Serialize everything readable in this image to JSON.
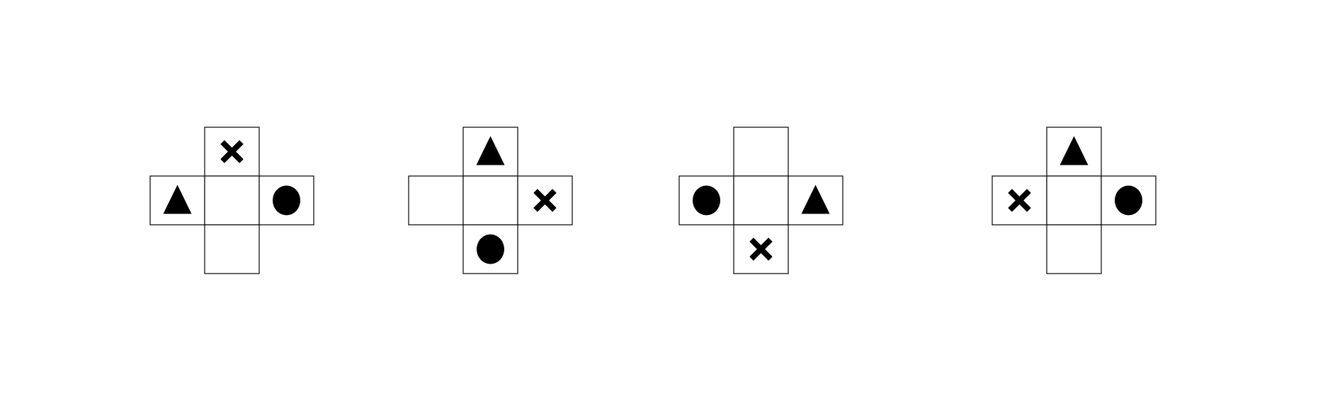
{
  "colors": {
    "background": "#ffffff",
    "stroke": "#000000",
    "symbol": "#000000"
  },
  "figures": [
    {
      "id": "net-1",
      "cells": [
        {
          "pos": "top",
          "symbol": "x-icon"
        },
        {
          "pos": "left",
          "symbol": "triangle-icon"
        },
        {
          "pos": "center",
          "symbol": ""
        },
        {
          "pos": "right",
          "symbol": "circle-icon"
        },
        {
          "pos": "bottom",
          "symbol": ""
        }
      ]
    },
    {
      "id": "net-2",
      "cells": [
        {
          "pos": "top",
          "symbol": "triangle-icon"
        },
        {
          "pos": "left",
          "symbol": ""
        },
        {
          "pos": "center",
          "symbol": ""
        },
        {
          "pos": "right",
          "symbol": "x-icon"
        },
        {
          "pos": "bottom",
          "symbol": "circle-icon"
        }
      ]
    },
    {
      "id": "net-3",
      "cells": [
        {
          "pos": "top",
          "symbol": ""
        },
        {
          "pos": "left",
          "symbol": "circle-icon"
        },
        {
          "pos": "center",
          "symbol": ""
        },
        {
          "pos": "right",
          "symbol": "triangle-icon"
        },
        {
          "pos": "bottom",
          "symbol": "x-icon"
        }
      ]
    },
    {
      "id": "net-4",
      "cells": [
        {
          "pos": "top",
          "symbol": "triangle-icon"
        },
        {
          "pos": "left",
          "symbol": "x-icon"
        },
        {
          "pos": "center",
          "symbol": ""
        },
        {
          "pos": "right",
          "symbol": "circle-icon"
        },
        {
          "pos": "bottom",
          "symbol": ""
        }
      ]
    }
  ]
}
